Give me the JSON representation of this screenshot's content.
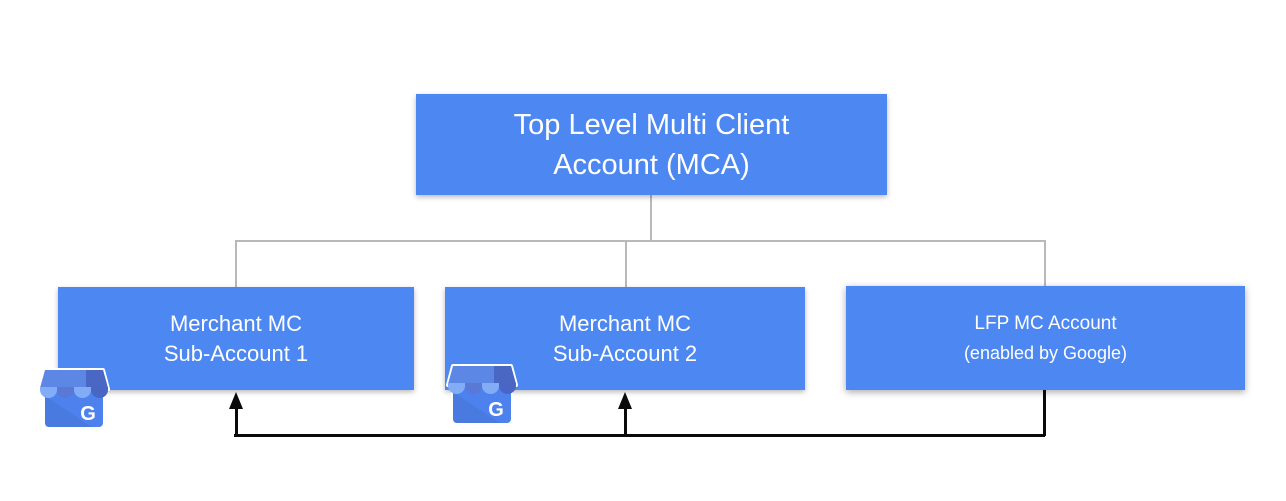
{
  "diagram": {
    "nodes": {
      "mca": {
        "line1": "Top Level Multi Client",
        "line2": "Account (MCA)"
      },
      "sub1": {
        "line1": "Merchant MC",
        "line2": "Sub-Account 1"
      },
      "sub2": {
        "line1": "Merchant MC",
        "line2": "Sub-Account 2"
      },
      "lfp": {
        "line1": "LFP MC Account",
        "line2": "(enabled by Google)"
      }
    },
    "icons": {
      "storefront": "google-business-profile-storefront-icon",
      "letter_g": "G"
    },
    "colors": {
      "node_fill": "#4d87f2",
      "node_text": "#ffffff",
      "tree_connector": "#b9b9b9",
      "arrow_line": "#0a0a0a",
      "icon_body": "#4d82ee",
      "icon_stripe_light": "#83acf6",
      "icon_stripe_dark": "#4a66c4",
      "background": "#ffffff"
    }
  }
}
